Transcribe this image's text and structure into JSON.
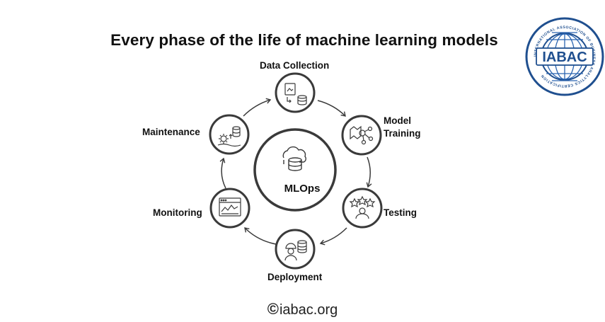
{
  "title": "Every phase of the life of machine learning models",
  "center": {
    "label": "MLOps",
    "icon": "database-cloud-icon"
  },
  "phases": [
    {
      "label": "Data Collection",
      "icon": "data-collection-icon"
    },
    {
      "label_line1": "Model",
      "label_line2": "Training",
      "icon": "model-training-icon"
    },
    {
      "label": "Testing",
      "icon": "testing-icon"
    },
    {
      "label": "Deployment",
      "icon": "deployment-icon"
    },
    {
      "label": "Monitoring",
      "icon": "monitoring-icon"
    },
    {
      "label": "Maintenance",
      "icon": "maintenance-icon"
    }
  ],
  "footer": {
    "copyright_symbol": "©",
    "site": "iabac.org"
  },
  "logo": {
    "text": "IABAC",
    "ring_text": "INTERNATIONAL ASSOCIATION OF BUSINESS ANALYTICS CERTIFICATION",
    "colors": {
      "primary": "#1f4f8f",
      "accent": "#2a64b0"
    }
  },
  "colors": {
    "stroke": "#3a3a3a",
    "text": "#111111",
    "background": "#ffffff"
  }
}
